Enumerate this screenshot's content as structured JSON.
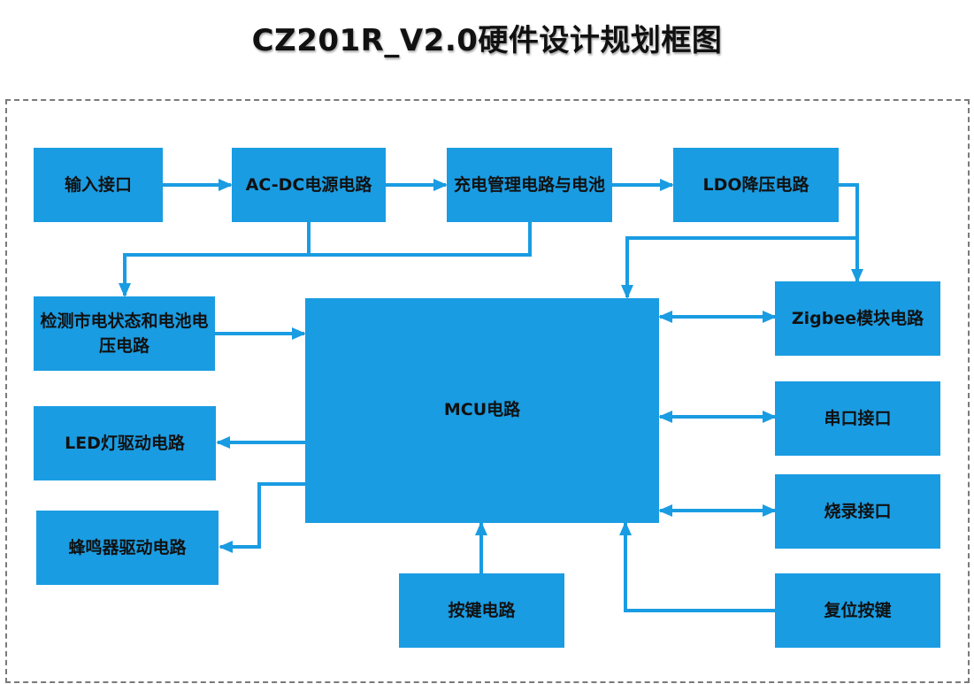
{
  "title": "CZ201R_V2.0硬件设计规划框图",
  "colors": {
    "block_fill": "#1a9ce2",
    "connector": "#1a9ce2",
    "frame_border": "#7a7a7a",
    "text": "#111111"
  },
  "blocks": {
    "input_port": "输入接口",
    "ac_dc": "AC-DC电源电路",
    "charge": "充电管理电路与电池",
    "ldo": "LDO降压电路",
    "detect": "检测市电状态和电池电压电路",
    "mcu": "MCU电路",
    "zigbee": "Zigbee模块电路",
    "led": "LED灯驱动电路",
    "uart": "串口接口",
    "buzzer": "蜂鸣器驱动电路",
    "burn": "烧录接口",
    "key": "按键电路",
    "reset": "复位按键"
  }
}
